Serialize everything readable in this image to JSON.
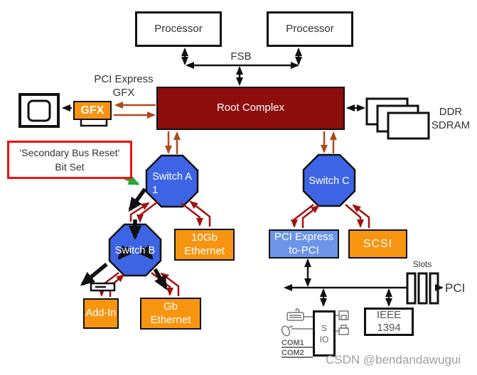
{
  "colors": {
    "orange": "#F79511",
    "root_red": "#8E0E0E",
    "switch_blue": "#3D64E4",
    "bridge_blue": "#6D94E8",
    "arrow_red": "#A11212",
    "arrow_brown": "#AF4A1E",
    "green": "#23A637",
    "callout_red": "#EE1111"
  },
  "nodes": {
    "processor_left": {
      "label": "Processor"
    },
    "processor_right": {
      "label": "Processor"
    },
    "fsb": {
      "label": "FSB"
    },
    "root_complex": {
      "label": "Root Complex"
    },
    "gfx_link_label": {
      "line1": "PCI Express",
      "line2": "GFX"
    },
    "gfx": {
      "label": "GFX"
    },
    "ddr": {
      "line1": "DDR",
      "line2": "SDRAM"
    },
    "callout": {
      "line1": "'Secondary Bus Reset'",
      "line2": "Bit Set"
    },
    "switch_a": {
      "label": "Switch A",
      "sub": "1"
    },
    "switch_b": {
      "label": "Switch B"
    },
    "switch_c": {
      "label": "Switch C"
    },
    "eth_10gb": {
      "line1": "10Gb",
      "line2": "Ethernet"
    },
    "add_in": {
      "label": "Add-In"
    },
    "eth_gb": {
      "line1": "Gb",
      "line2": "Ethernet"
    },
    "pcie_to_pci": {
      "line1": "PCI Express",
      "line2": "to-PCI"
    },
    "scsi": {
      "label": "SCSI"
    },
    "slots": {
      "label": "Slots"
    },
    "pci_bus": {
      "label": "PCI"
    },
    "ieee_1394": {
      "line1": "IEEE",
      "line2": "1394"
    },
    "super_io": {
      "line1": "S",
      "line2": "IO",
      "com1": "COM1",
      "com2": "COM2"
    }
  },
  "icons": {
    "monitor": "monitor-icon",
    "ddr_stack": "ddr-stack-icon",
    "pci_slots": "pci-slots-icon",
    "add_in_slot": "add-in-slot-icon",
    "keyboard": "keyboard-icon",
    "mouse": "mouse-icon",
    "floppy": "floppy-icon",
    "printer": "printer-icon"
  },
  "watermark": "CSDN @bendandawugui"
}
